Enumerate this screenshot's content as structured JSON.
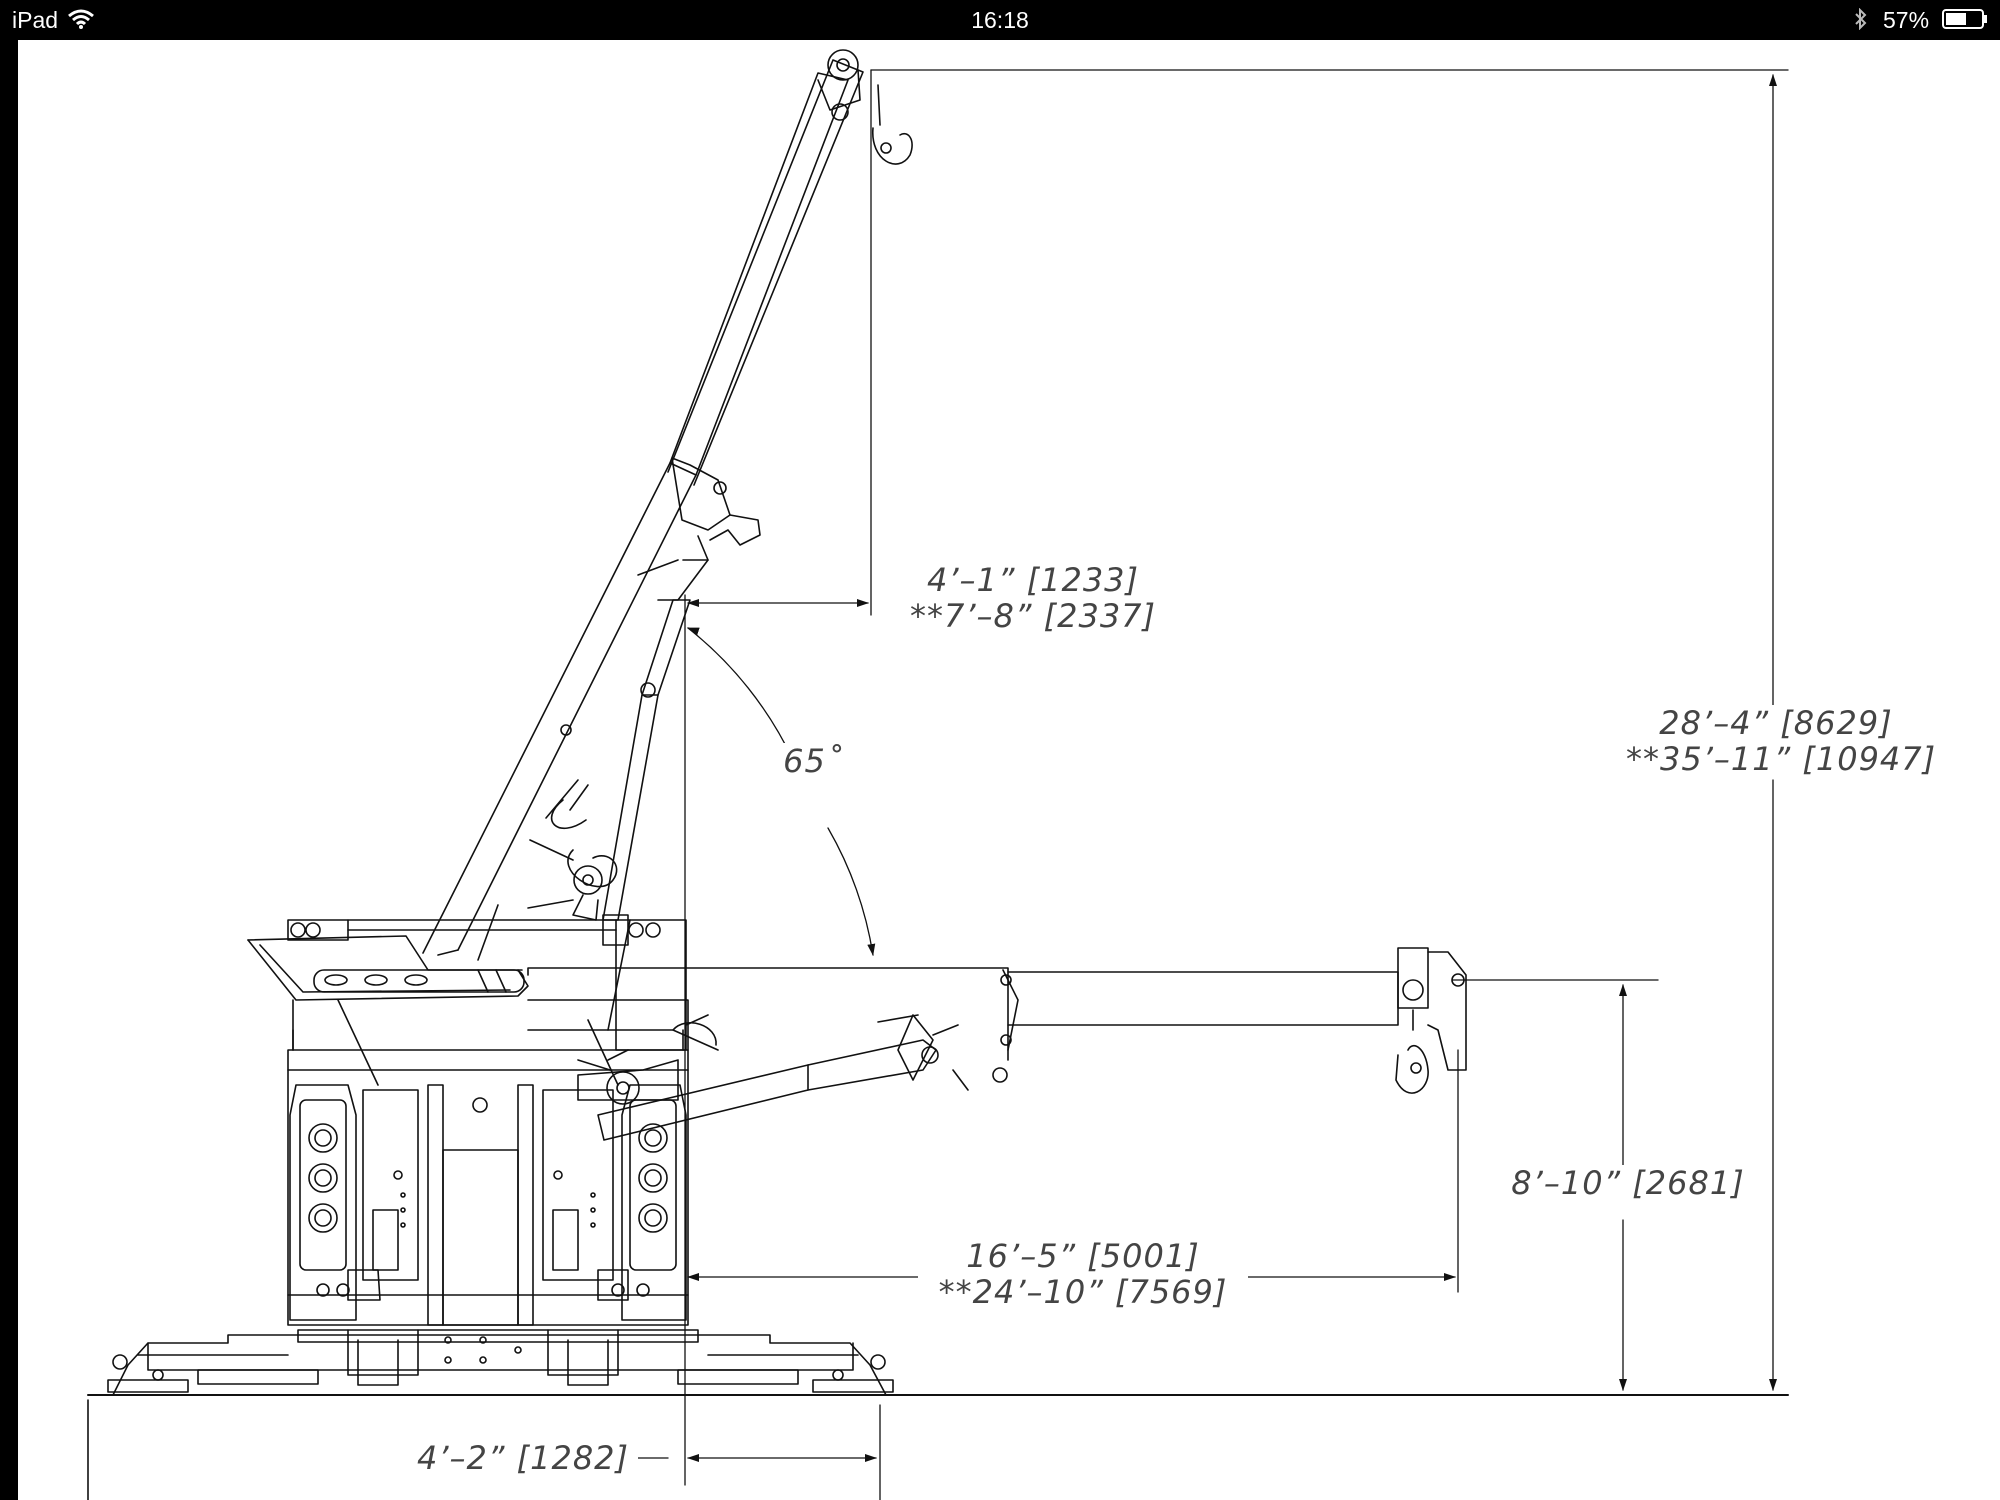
{
  "status_bar": {
    "device": "iPad",
    "time": "16:18",
    "battery": "57%",
    "icons": [
      "wifi-icon",
      "bluetooth-icon",
      "battery-icon"
    ]
  },
  "drawing": {
    "boom_reach": {
      "primary": "4’–1” [1233]",
      "secondary": "**7’–8” [2337]"
    },
    "boom_angle": "65˚",
    "max_height": {
      "primary": "28’–4” [8629]",
      "secondary": "**35’–11” [10947]"
    },
    "horizontal_hook_height": "8’–10” [2681]",
    "horizontal_reach": {
      "primary": "16’–5” [5001]",
      "secondary": "**24’–10” [7569]"
    },
    "base_offset": "4’–2” [1282]"
  },
  "colors": {
    "line": "#111111",
    "dimension_text": "#444444",
    "background": "#ffffff"
  }
}
